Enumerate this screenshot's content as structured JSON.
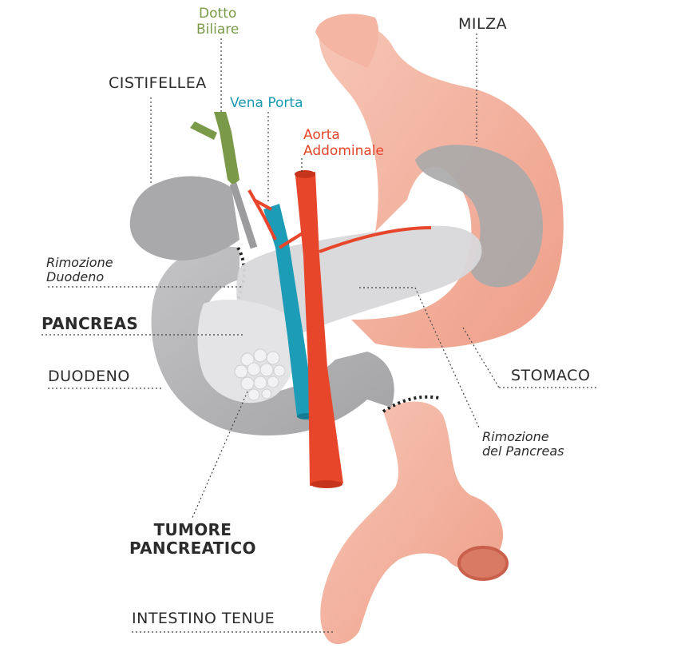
{
  "labels": {
    "dotto_biliare": [
      "Dotto",
      "Biliare"
    ],
    "milza": "MILZA",
    "cistifellea": "CISTIFELLEA",
    "vena_porta": "Vena Porta",
    "aorta_addominale": [
      "Aorta",
      "Addominale"
    ],
    "rimozione_duodeno": [
      "Rimozione",
      "Duodeno"
    ],
    "pancreas": "PANCREAS",
    "duodeno": "DUODENO",
    "stomaco": "STOMACO",
    "rimozione_pancreas": [
      "Rimozione",
      "del Pancreas"
    ],
    "tumore_pancreatico": [
      "TUMORE",
      "PANCREATICO"
    ],
    "intestino_tenue": "INTESTINO TENUE"
  },
  "colors": {
    "stomach": "#f4b6a3",
    "stomach_dark": "#e89680",
    "organ_gray": "#b9b9bb",
    "organ_gray_dark": "#9c9c9e",
    "pancreas": "#d6d6d8",
    "artery": "#e8462a",
    "vein": "#1c9cb6",
    "bile_duct": "#7a9a4a",
    "label_green": "#7a9a4a",
    "label_teal": "#1a9ab0",
    "label_red": "#e5452a",
    "text": "#2b2b2b"
  }
}
